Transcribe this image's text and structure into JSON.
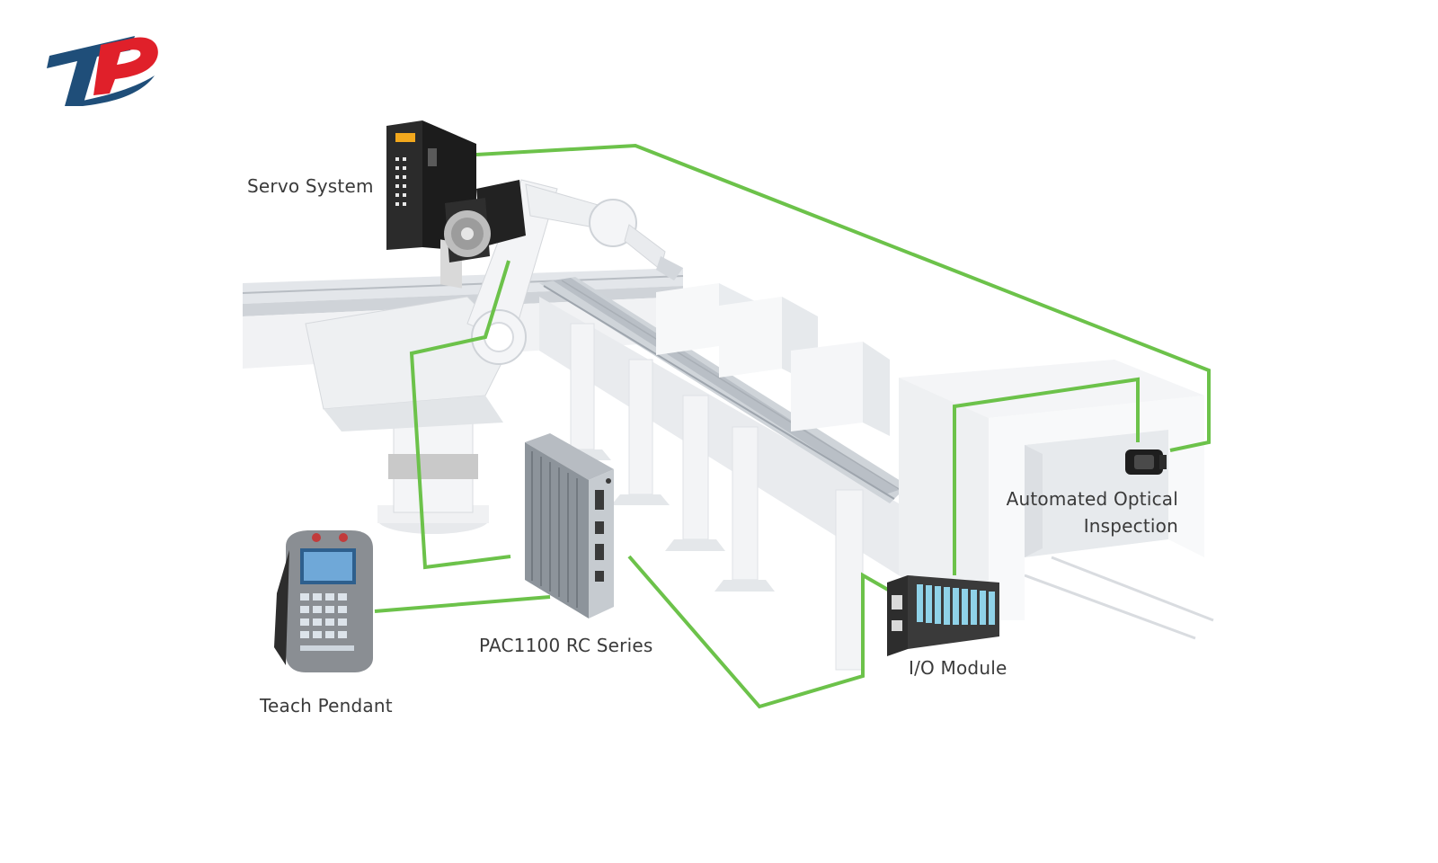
{
  "labels": {
    "servo_system": "Servo System",
    "pac_controller": "PAC1100 RC Series",
    "teach_pendant": "Teach Pendant",
    "io_module": "I/O Module",
    "aoi_line1": "Automated Optical",
    "aoi_line2": "Inspection"
  },
  "colors": {
    "link": "#6cc24a",
    "logo_red": "#e0202a",
    "logo_blue": "#1f4e79",
    "machine_white": "#eef0f2",
    "device_dark": "#2b2b2b"
  },
  "icons": [
    "logo-icon",
    "servo-drive-icon",
    "servo-motor-icon",
    "robot-arm-icon",
    "conveyor-icon",
    "pac-controller-icon",
    "teach-pendant-icon",
    "io-module-icon",
    "camera-icon"
  ]
}
